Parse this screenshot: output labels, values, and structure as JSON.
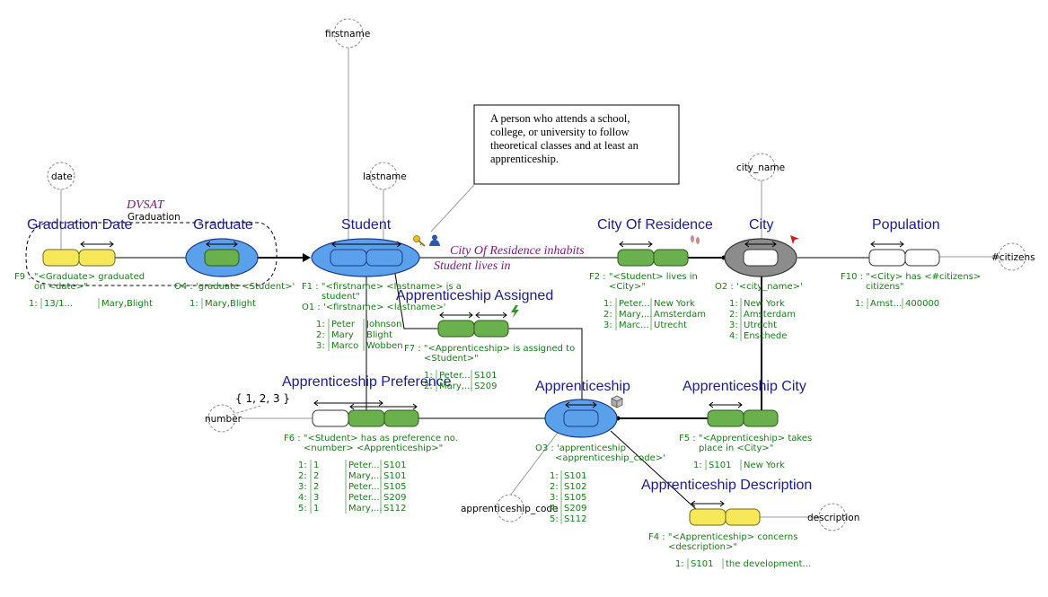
{
  "attributes": {
    "firstname": "firstname",
    "lastname": "lastname",
    "date": "date",
    "city_name": "city_name",
    "citizens": "#citizens",
    "number": "number",
    "apprenticeship_code": "apprenticeship_code",
    "description": "description"
  },
  "note": {
    "lines": [
      "A person who attends a school,",
      "college, or university to follow",
      "theoretical classes and at least an",
      "apprenticeship."
    ]
  },
  "titles": {
    "graduation_date": "Graduation Date",
    "graduate": "Graduate",
    "student": "Student",
    "city_of_residence": "City Of Residence",
    "city": "City",
    "population": "Population",
    "apprenticeship_assigned": "Apprenticeship Assigned",
    "apprenticeship_preference": "Apprenticeship Preference",
    "apprenticeship": "Apprenticeship",
    "apprenticeship_city": "Apprenticeship City",
    "apprenticeship_description": "Apprenticeship Description"
  },
  "dvsat": {
    "label": "DVSAT",
    "sublabel": "Graduation"
  },
  "value_constraint": "{ 1, 2, 3 }",
  "readings": {
    "inhabits": "City Of Residence inhabits",
    "lives_in": "Student lives in"
  },
  "facts": {
    "F9": {
      "lines": [
        "F9 : \"<Graduate> graduated",
        "on <date>\""
      ],
      "rows": [
        [
          "1:",
          "13/1...",
          "Mary,Blight"
        ]
      ]
    },
    "O4": {
      "lines": [
        "O4 : 'graduate <Student>'"
      ],
      "rows": [
        [
          "1:",
          "Mary,Blight"
        ]
      ]
    },
    "F1": {
      "lines": [
        "F1 : \"<firstname> <lastname> is a",
        "student\"",
        "O1 : '<firstname> <lastname>'"
      ],
      "rows": [
        [
          "1:",
          "Peter",
          "Johnson"
        ],
        [
          "2:",
          "Mary",
          "Blight"
        ],
        [
          "3:",
          "Marco",
          "Wobben"
        ]
      ]
    },
    "F2": {
      "lines": [
        "F2 : \"<Student> lives in",
        "<City>\""
      ],
      "rows": [
        [
          "1:",
          "Peter...",
          "New York"
        ],
        [
          "2:",
          "Mary,...",
          "Amsterdam"
        ],
        [
          "3:",
          "Marc...",
          "Utrecht"
        ]
      ]
    },
    "O2": {
      "lines": [
        "O2 : '<city_name>'"
      ],
      "rows": [
        [
          "1:",
          "New York"
        ],
        [
          "2:",
          "Amsterdam"
        ],
        [
          "3:",
          "Utrecht"
        ],
        [
          "4:",
          "Enschede"
        ]
      ]
    },
    "F10": {
      "lines": [
        "F10 : \"<City> has <#citizens>",
        "citizens\""
      ],
      "rows": [
        [
          "1:",
          "Amst...",
          "400000"
        ]
      ]
    },
    "F7": {
      "lines": [
        "F7 : \"<Apprenticeship> is assigned to",
        "<Student>\""
      ],
      "rows": [
        [
          "1:",
          "Peter...",
          "S101"
        ],
        [
          "2:",
          "Mary,...",
          "S209"
        ]
      ]
    },
    "F6": {
      "lines": [
        "F6 : \"<Student> has as preference no.",
        "<number> <Apprenticeship>\""
      ],
      "rows": [
        [
          "1:",
          "1",
          "Peter...",
          "S101"
        ],
        [
          "2:",
          "2",
          "Mary,...",
          "S101"
        ],
        [
          "3:",
          "2",
          "Peter...",
          "S105"
        ],
        [
          "4:",
          "3",
          "Peter...",
          "S209"
        ],
        [
          "5:",
          "1",
          "Mary,...",
          "S112"
        ]
      ]
    },
    "O3": {
      "lines": [
        "O3 : 'apprenticeship",
        "<apprenticeship_code>'"
      ],
      "rows": [
        [
          "1:",
          "S101"
        ],
        [
          "2:",
          "S102"
        ],
        [
          "3:",
          "S105"
        ],
        [
          "4:",
          "S209"
        ],
        [
          "5:",
          "S112"
        ]
      ]
    },
    "F5": {
      "lines": [
        "F5 : \"<Apprenticeship> takes",
        "place in <City>\""
      ],
      "rows": [
        [
          "1:",
          "S101",
          "New York"
        ]
      ]
    },
    "F4": {
      "lines": [
        "F4 : \"<Apprenticeship> concerns",
        "<description>\""
      ],
      "rows": [
        [
          "1:",
          "S101",
          "the development..."
        ]
      ]
    }
  },
  "colors": {
    "title": "#1c1c8c",
    "entity_blue": "#5aa0ea",
    "role_green": "#6ab04c",
    "role_yellow": "#f7e85a",
    "value_gray": "#8c8c8c",
    "population_text": "#1a7a1a",
    "reading_purple": "#7a1a7a"
  },
  "icons": [
    "key-icon",
    "person-icon",
    "footprints-icon",
    "red-cursor-icon",
    "lightning-icon",
    "cube-icon"
  ]
}
